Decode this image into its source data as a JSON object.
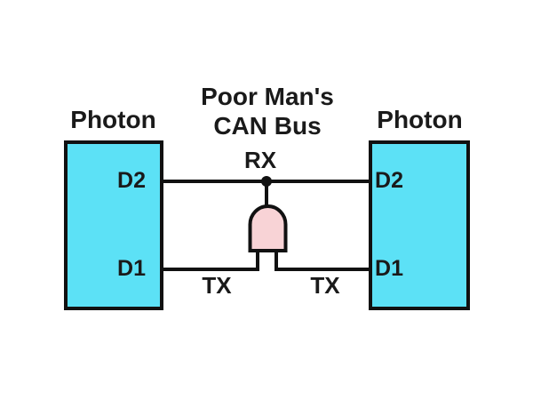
{
  "title": {
    "line1": "Poor Man's",
    "line2": "CAN Bus"
  },
  "devices": {
    "left": {
      "label": "Photon",
      "pin_top": "D2",
      "pin_bottom": "D1"
    },
    "right": {
      "label": "Photon",
      "pin_top": "D2",
      "pin_bottom": "D1"
    }
  },
  "signals": {
    "rx_label": "RX",
    "tx_left_label": "TX",
    "tx_right_label": "TX"
  },
  "colors": {
    "device_fill": "#5ce1f6",
    "gate_fill": "#f8d3d6",
    "wire": "#111111",
    "junction_dot": "#111111",
    "text": "#1a1a1a",
    "background": "#ffffff"
  }
}
